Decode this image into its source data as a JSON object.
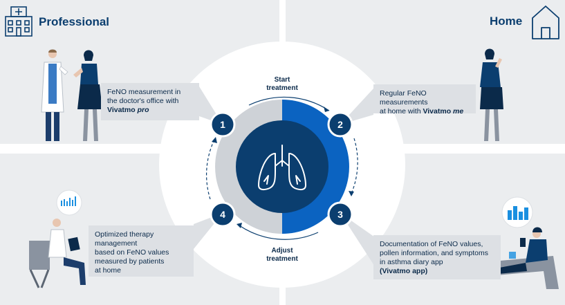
{
  "sections": {
    "professional": {
      "title": "Professional"
    },
    "home": {
      "title": "Home"
    }
  },
  "cycle": {
    "top_label": {
      "line1": "Start",
      "line2": "treatment"
    },
    "bottom_label": {
      "line1": "Adjust",
      "line2": "treatment"
    },
    "steps": [
      "1",
      "2",
      "3",
      "4"
    ]
  },
  "callouts": {
    "step1": {
      "lines": [
        "FeNO measurement in",
        "the doctor's office with"
      ],
      "brand_prefix": "Vivatmo",
      "brand_suffix": "pro"
    },
    "step2": {
      "lines": [
        "Regular FeNO measurements"
      ],
      "last_line_prefix": "at home with ",
      "brand_prefix": "Vivatmo",
      "brand_suffix": "me"
    },
    "step3": {
      "lines": [
        "Documentation of FeNO values,",
        "pollen information, and symptoms",
        "in asthma diary app"
      ],
      "brand_line": "(Vivatmo app)"
    },
    "step4": {
      "lines": [
        "Optimized therapy",
        "management",
        "based on FeNO values",
        "measured by patients",
        "at home"
      ]
    }
  },
  "colors": {
    "background": "#ebedef",
    "navy": "#0b2a4a",
    "blue": "#0b63c1",
    "light_blue": "#1a8fe0",
    "ring_gray": "#ced2d7",
    "callout_gray": "#dde0e4",
    "white": "#ffffff"
  },
  "icons": [
    "hospital-icon",
    "house-icon",
    "lungs-icon"
  ]
}
